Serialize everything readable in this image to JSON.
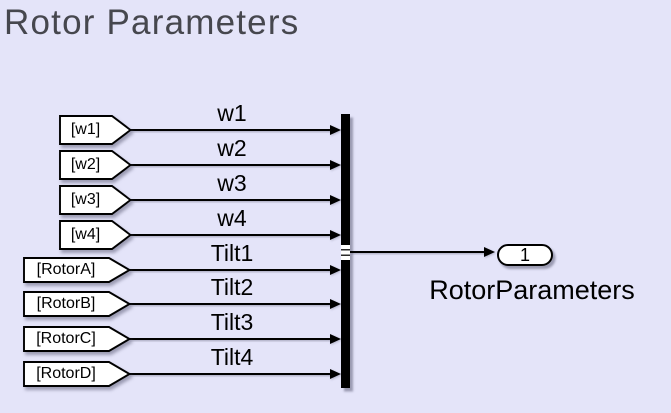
{
  "title": "Rotor Parameters",
  "from_tags": [
    {
      "label": "[w1]"
    },
    {
      "label": "[w2]"
    },
    {
      "label": "[w3]"
    },
    {
      "label": "[w4]"
    },
    {
      "label": "[RotorA]"
    },
    {
      "label": "[RotorB]"
    },
    {
      "label": "[RotorC]"
    },
    {
      "label": "[RotorD]"
    }
  ],
  "signal_labels": [
    "w1",
    "w2",
    "w3",
    "w4",
    "Tilt1",
    "Tilt2",
    "Tilt3",
    "Tilt4"
  ],
  "outport": {
    "port_number": "1",
    "name": "RotorParameters"
  },
  "colors": {
    "background": "#E4E4F9",
    "block_fill": "#FFFFFF",
    "block_stroke": "#000000",
    "title_text": "#46474E",
    "wire": "#000000"
  }
}
